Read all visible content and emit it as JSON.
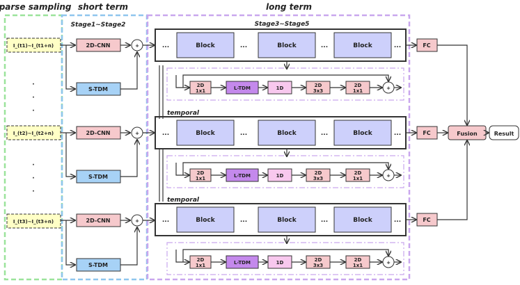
{
  "sections": {
    "sparse": "sparse sampling",
    "short": "short term",
    "long": "long term"
  },
  "subtitles": {
    "short_stage": "Stage1~Stage2",
    "long_stage": "Stage3~Stage5",
    "temporal": "temporal"
  },
  "inputs": [
    "I_(t1)~I_(t1+n)",
    "I_(t2)~I_(t2+n)",
    "I_(t3)~I_(t3+n)"
  ],
  "dots": "·",
  "short_term": {
    "cnn": "2D-CNN",
    "tdm": "S-TDM",
    "plus": "+"
  },
  "long_term": {
    "block": "Block",
    "ellipsis": "...",
    "chain": {
      "conv1_a": "2D",
      "conv1_b": "1x1",
      "ltdm": "L-TDM",
      "conv1d": "1D",
      "conv3_a": "2D",
      "conv3_b": "3x3",
      "conv4_a": "2D",
      "conv4_b": "1x1",
      "plus": "+"
    }
  },
  "output": {
    "fc": "FC",
    "fusion": "Fusion",
    "result": "Result"
  },
  "colors": {
    "green_border": "#9be39b",
    "blue_border": "#8fc6ee",
    "purple_border": "#c9a7ee",
    "input_fill": "#ffffc6",
    "pink_fill": "#f6c9cc",
    "blue_fill": "#a7d2f6",
    "block_fill": "#cdd0fb",
    "ltdm_fill": "#c489ec",
    "conv1d_fill": "#f8c8ee"
  }
}
